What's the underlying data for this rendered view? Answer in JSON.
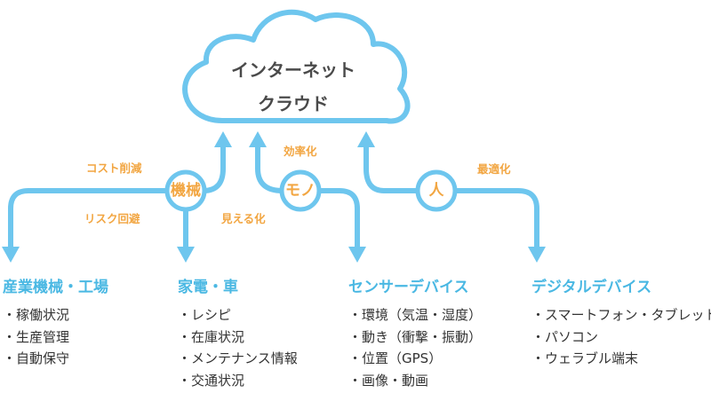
{
  "colors": {
    "blue": "#6ec6ee",
    "orange": "#f2a642",
    "heading_blue": "#4ab8e3",
    "text": "#333333"
  },
  "cloud": {
    "line1": "インターネット",
    "line2": "クラウド"
  },
  "nodes": {
    "machine": "機械",
    "mono": "モノ",
    "hito": "人"
  },
  "labels": {
    "cost": "コスト削減",
    "risk": "リスク回避",
    "visible": "見える化",
    "efficiency": "効率化",
    "optimize": "最適化"
  },
  "categories": [
    {
      "title": "産業機械・工場",
      "items": [
        "・稼働状況",
        "・生産管理",
        "・自動保守"
      ]
    },
    {
      "title": "家電・車",
      "items": [
        "・レシピ",
        "・在庫状況",
        "・メンテナンス情報",
        "・交通状況"
      ]
    },
    {
      "title": "センサーデバイス",
      "items": [
        "・環境（気温・湿度）",
        "・動き（衝撃・振動）",
        "・位置（GPS）",
        "・画像・動画"
      ]
    },
    {
      "title": "デジタルデバイス",
      "items": [
        "・スマートフォン・タブレット",
        "・パソコン",
        "・ウェラブル端末"
      ]
    }
  ]
}
